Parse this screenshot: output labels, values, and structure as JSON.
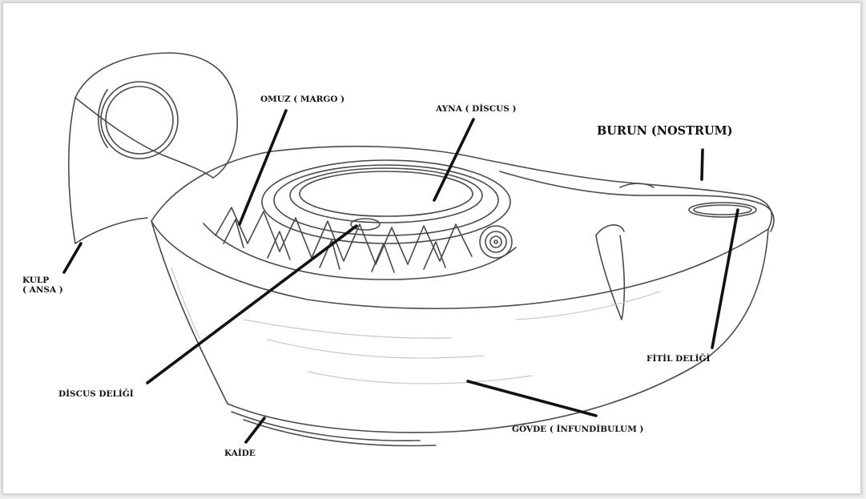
{
  "labels": {
    "omuz": "OMUZ ( MARGO )",
    "ayna": "AYNA ( DİSCUS )",
    "burun": "BURUN (NOSTRUM)",
    "kulp_line1": "KULP",
    "kulp_line2": "( ANSA )",
    "fitil": "FİTİL DELİĞİ",
    "discus_deligi": "DİSCUS DELİĞİ",
    "govde": "GÖVDE ( İNFUNDİBULUM )",
    "kaide": "KAİDE"
  },
  "colors": {
    "ink": "#111111",
    "sketch": "#4a4a4a",
    "paper": "#ffffff"
  }
}
